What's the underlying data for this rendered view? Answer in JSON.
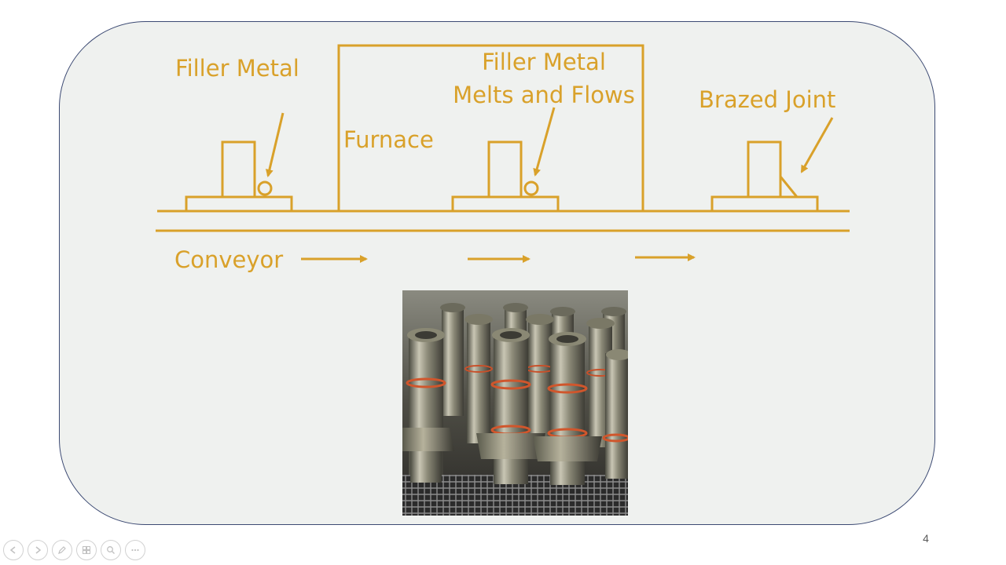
{
  "slide": {
    "page_number": "4",
    "diagram": {
      "label_filler_metal": "Filler Metal",
      "label_furnace": "Furnace",
      "label_melts_line1": "Filler Metal",
      "label_melts_line2": "Melts and Flows",
      "label_brazed_joint": "Brazed Joint",
      "label_conveyor": "Conveyor",
      "line_color": "#d9a12a"
    },
    "photo": {
      "subject": "brazed-fittings-photo"
    }
  },
  "nav_controls": {
    "icons": [
      "previous-icon",
      "next-icon",
      "pen-icon",
      "slides-icon",
      "zoom-icon",
      "more-icon"
    ]
  },
  "colors": {
    "panel_background": "#eff1ef",
    "panel_border": "#3c4a73",
    "accent": "#d9a12a"
  }
}
